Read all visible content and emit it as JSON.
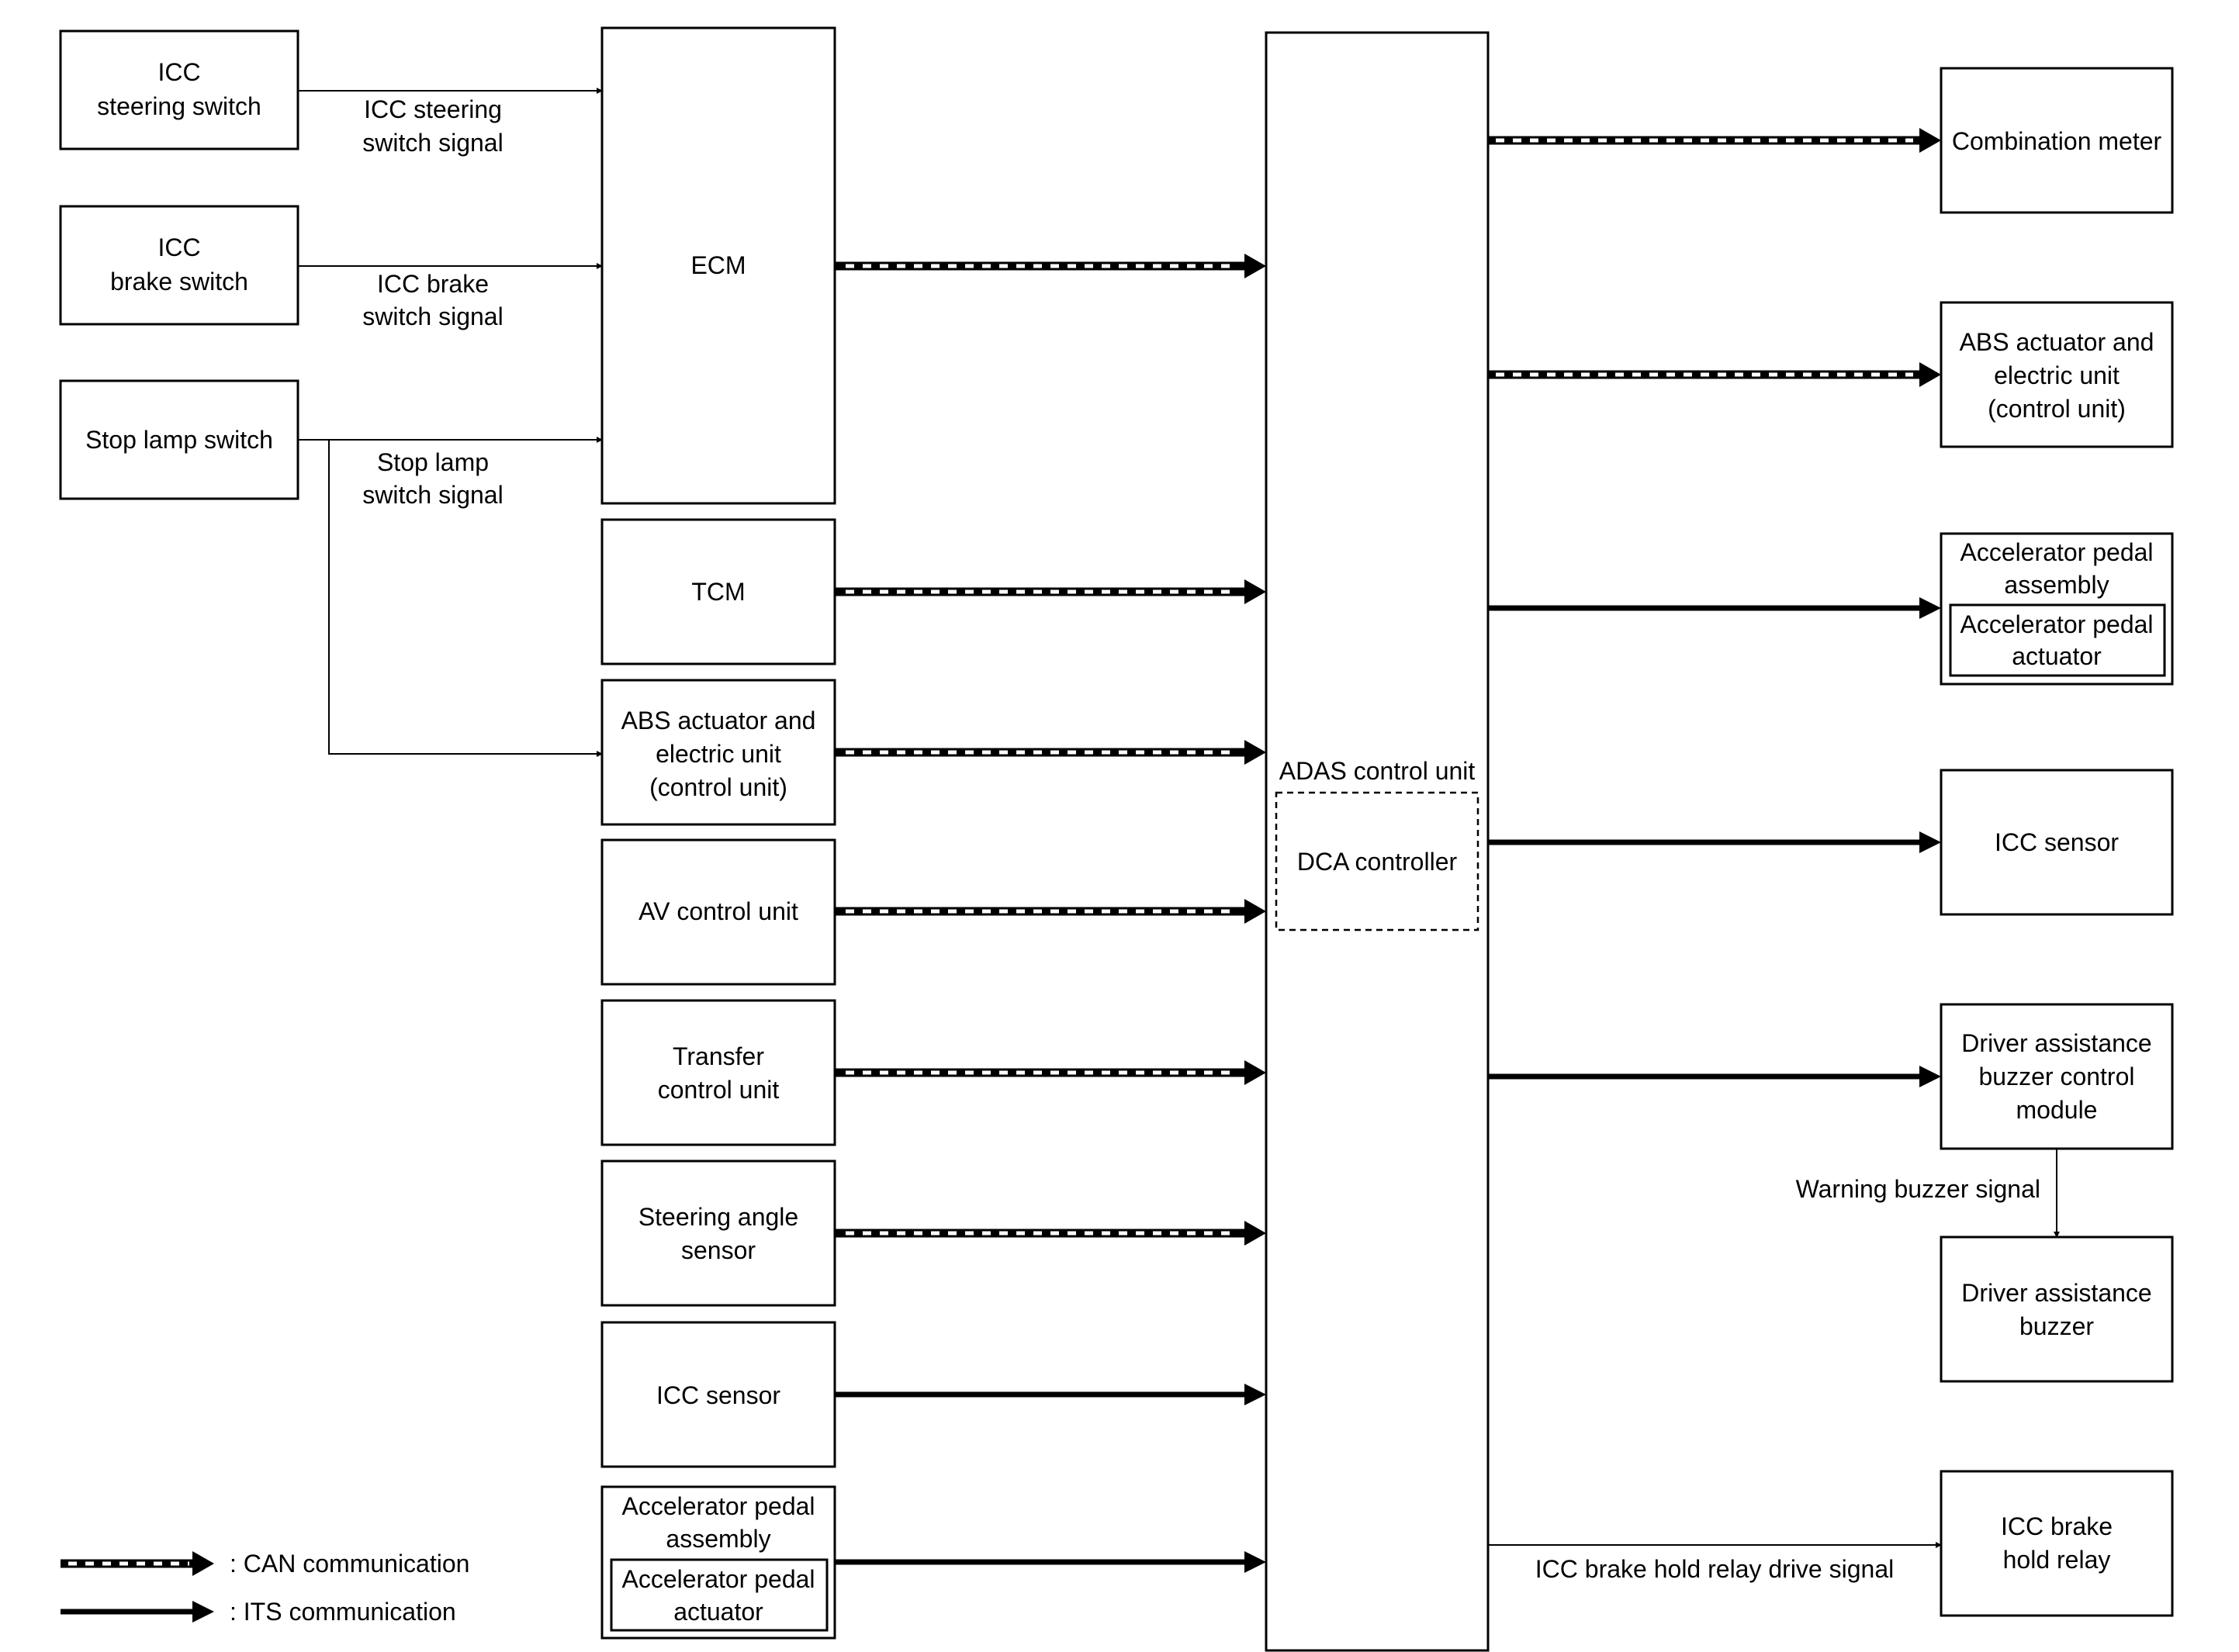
{
  "inputs": {
    "icc_steering_switch": [
      "ICC",
      "steering switch"
    ],
    "icc_brake_switch": [
      "ICC",
      "brake switch"
    ],
    "stop_lamp_switch": [
      "Stop lamp switch"
    ]
  },
  "signals": {
    "icc_steering_switch_signal": [
      "ICC steering",
      "switch signal"
    ],
    "icc_brake_switch_signal": [
      "ICC brake",
      "switch signal"
    ],
    "stop_lamp_switch_signal": [
      "Stop lamp",
      "switch signal"
    ],
    "warning_buzzer_signal": "Warning buzzer signal",
    "icc_brake_hold_relay_drive_signal": "ICC brake hold relay drive signal"
  },
  "left_units": {
    "ecm": [
      "ECM"
    ],
    "tcm": [
      "TCM"
    ],
    "abs": [
      "ABS actuator and",
      "electric unit",
      "(control unit)"
    ],
    "av": [
      "AV control unit"
    ],
    "transfer": [
      "Transfer",
      "control unit"
    ],
    "steering_angle": [
      "Steering angle",
      "sensor"
    ],
    "icc_sensor": [
      "ICC sensor"
    ],
    "accel_pedal": {
      "outer": [
        "Accelerator pedal",
        "assembly"
      ],
      "inner": [
        "Accelerator pedal",
        "actuator"
      ]
    }
  },
  "center": {
    "title": "ADAS control unit",
    "sub": "DCA controller"
  },
  "right_units": {
    "combination_meter": [
      "Combination meter"
    ],
    "abs": [
      "ABS actuator and",
      "electric unit",
      "(control unit)"
    ],
    "accel_pedal": {
      "outer": [
        "Accelerator pedal",
        "assembly"
      ],
      "inner": [
        "Accelerator pedal",
        "actuator"
      ]
    },
    "icc_sensor": [
      "ICC sensor"
    ],
    "buzzer_module": [
      "Driver assistance",
      "buzzer control",
      "module"
    ],
    "buzzer": [
      "Driver assistance",
      "buzzer"
    ],
    "brake_hold_relay": [
      "ICC brake",
      "hold relay"
    ]
  },
  "legend": {
    "can": ": CAN communication",
    "its": ": ITS communication"
  }
}
